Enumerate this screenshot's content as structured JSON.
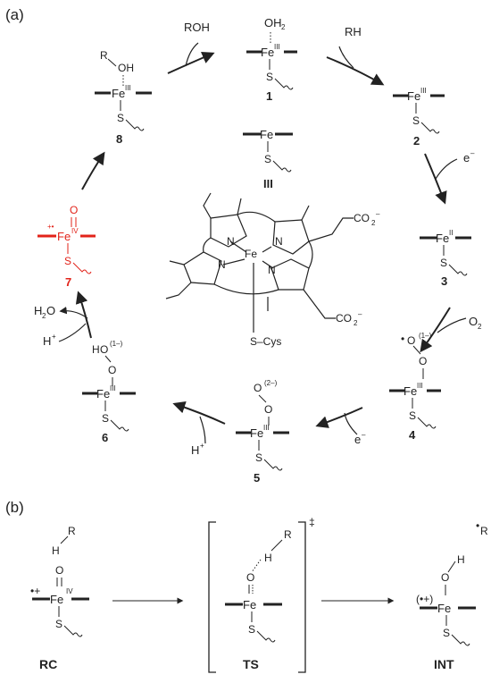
{
  "panels": {
    "a": "(a)",
    "b": "(b)"
  },
  "atoms": {
    "fe": "Fe",
    "s": "S",
    "o": "O",
    "oh": "OH",
    "h": "H",
    "r": "R",
    "n": "N",
    "oh2": "OH",
    "oh2_sub": "2",
    "cys": "S–Cys",
    "co2": "CO",
    "co2_sub": "2",
    "co2_sup": "–"
  },
  "oxidation_states": {
    "fe2": "II",
    "fe3": "III",
    "fe4": "IV"
  },
  "charges": {
    "c1": "(1–)",
    "c2": "(2–)",
    "radical_cation": "+•",
    "radical_cation_b": "•+",
    "radical_cation_paren": "(•+)",
    "radical": "•",
    "double_dagger": "‡"
  },
  "compound_numbers": [
    "1",
    "2",
    "3",
    "4",
    "5",
    "6",
    "7",
    "8"
  ],
  "roman_label": "III",
  "reagents": {
    "roh": "ROH",
    "rh": "RH",
    "e": "e",
    "e_sup": "–",
    "o2": "O",
    "o2_sub": "2",
    "hplus": "H",
    "hplus_sup": "+",
    "h2o": "H",
    "h2o_sub": "2",
    "h2o_o": "O"
  },
  "panel_b_labels": {
    "rc": "RC",
    "ts": "TS",
    "int": "INT"
  },
  "colors": {
    "ink": "#222222",
    "highlight": "#e2231a"
  }
}
